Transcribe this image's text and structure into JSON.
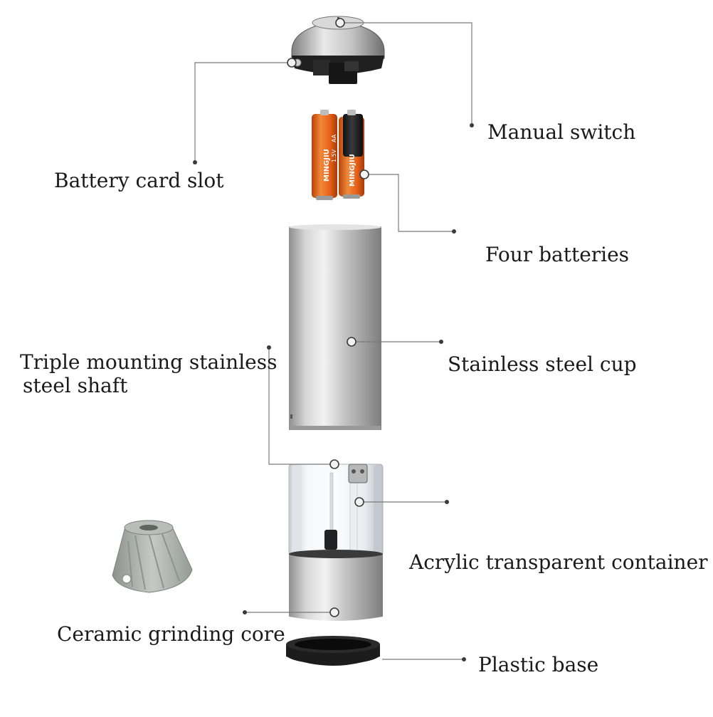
{
  "labels": {
    "manual_switch": "Manual switch",
    "battery_card_slot": "Battery card slot",
    "four_batteries": "Four batteries",
    "triple_mounting_line1": "Triple mounting stainless",
    "triple_mounting_line2": "steel shaft",
    "stainless_steel_cup": "Stainless steel cup",
    "acrylic_container": "Acrylic transparent container",
    "ceramic_grinding_core": "Ceramic grinding core",
    "plastic_base": "Plastic base"
  },
  "battery_print": {
    "brand": "MINGJIU",
    "size": "AA",
    "voltage": "1.5V"
  },
  "colors": {
    "text": "#1a1a1a",
    "leader_line": "#7a7a7a",
    "steel": "#c8c8c8",
    "battery_orange": "#e8621a",
    "plastic_black": "#1c1c1c",
    "ceramic_gray": "#a9aeaa"
  }
}
